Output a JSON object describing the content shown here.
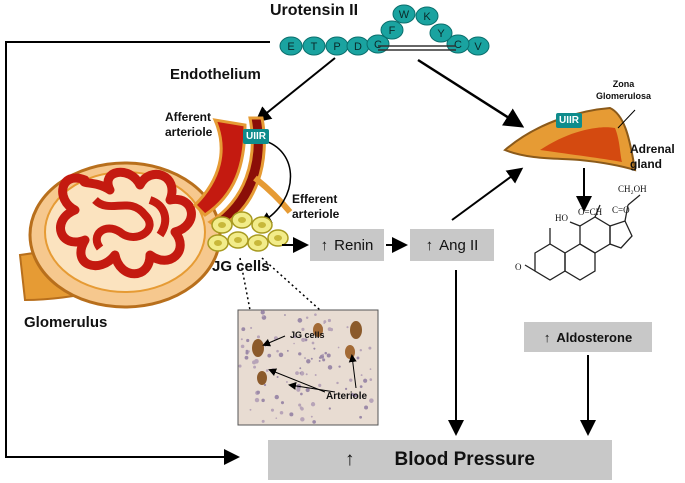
{
  "title": "Urotensin II",
  "peptide": {
    "chain_bottom": [
      "E",
      "T",
      "P",
      "D",
      "C",
      "V",
      "C"
    ],
    "loop": [
      "F",
      "W",
      "K",
      "Y"
    ]
  },
  "labels": {
    "endothelium": "Endothelium",
    "afferent": [
      "Afferent",
      "arteriole"
    ],
    "efferent": [
      "Efferent",
      "arteriole"
    ],
    "uiir": "UIIR",
    "jg_cells": "JG cells",
    "glomerulus": "Glomerulus",
    "zona": [
      "Zona",
      "Glomerulosa"
    ],
    "adrenal": [
      "Adrenal",
      "gland"
    ],
    "micrograph_jg": "JG cells",
    "micrograph_arteriole": "Arteriole"
  },
  "boxes": {
    "renin": "Renin",
    "ang2": "Ang II",
    "aldosterone": "Aldosterone",
    "blood_pressure": "Blood Pressure",
    "up_arrow": "↑"
  },
  "steroid": {
    "ch2oh": "CH₂OH",
    "co": "C=O",
    "ho": "HO",
    "ohc": "O=CH",
    "o": "O"
  },
  "colors": {
    "peptide": "#1aa3a0",
    "peptide_border": "#0b6f6d",
    "vessel_red": "#c41a10",
    "dark_red": "#8b0e08",
    "orange": "#e69b34",
    "light_orange": "#f6c88e",
    "jg_yellow": "#f2ec8a",
    "box_gray": "#c8c8c8",
    "uiir": "#0f8c8c"
  }
}
